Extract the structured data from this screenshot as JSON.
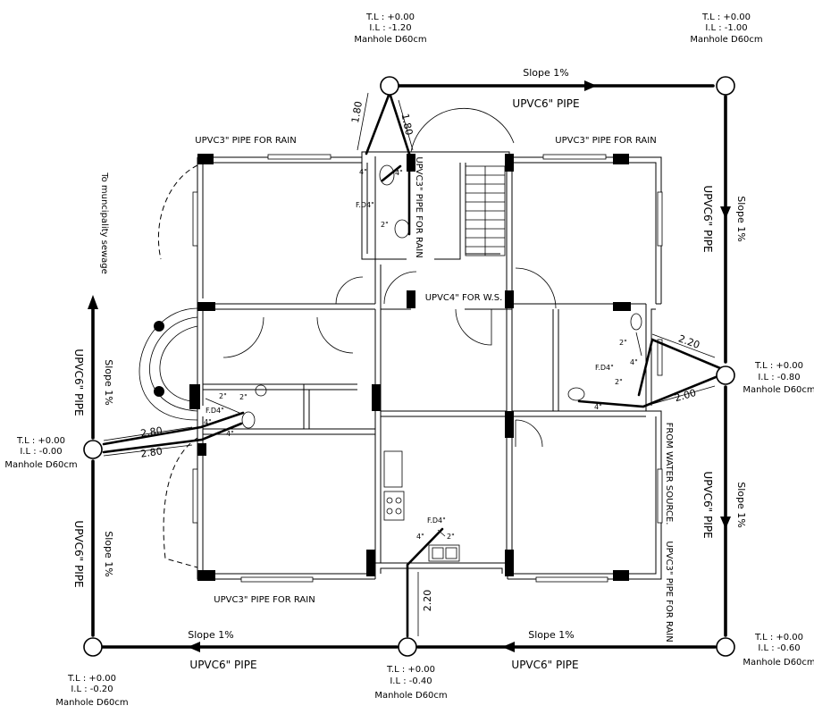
{
  "manholes": [
    {
      "id": "mh-top-center",
      "tl": "T.L : +0.00",
      "il": "I.L : -1.20",
      "size": "Manhole D60cm"
    },
    {
      "id": "mh-top-right",
      "tl": "T.L : +0.00",
      "il": "I.L : -1.00",
      "size": "Manhole D60cm"
    },
    {
      "id": "mh-mid-right",
      "tl": "T.L : +0.00",
      "il": "I.L : -0.80",
      "size": "Manhole D60cm"
    },
    {
      "id": "mh-bottom-right",
      "tl": "T.L : +0.00",
      "il": "I.L : -0.60",
      "size": "Manhole D60cm"
    },
    {
      "id": "mh-bottom-center",
      "tl": "T.L : +0.00",
      "il": "I.L : -0.40",
      "size": "Manhole D60cm"
    },
    {
      "id": "mh-bottom-left",
      "tl": "T.L : +0.00",
      "il": "I.L : -0.20",
      "size": "Manhole D60cm"
    },
    {
      "id": "mh-left",
      "tl": "T.L : +0.00",
      "il": "I.L : -0.00",
      "size": "Manhole D60cm"
    }
  ],
  "pipes": {
    "slope": "Slope 1%",
    "main_pipe": "UPVC6\" PIPE",
    "rain_pipe": "UPVC3\" PIPE FOR RAIN",
    "ws_pipe": "UPVC4\" FOR W.S.",
    "water_source": "FROM WATER SOURCE.",
    "to_sewage": "To muncipality sewage"
  },
  "dimensions": {
    "d180": "1.80",
    "d220": "2.20",
    "d200": "2.00",
    "d280": "2.80"
  },
  "fittings": {
    "floor_drain": "F.D4\"",
    "size4": "4\"",
    "size2": "2\""
  }
}
